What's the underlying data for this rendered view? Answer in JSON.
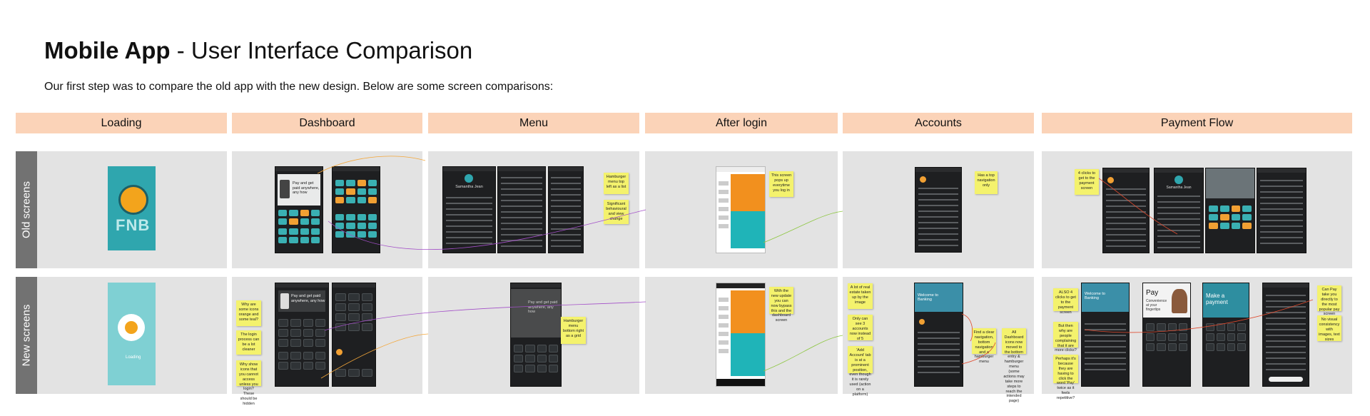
{
  "title": {
    "bold": "Mobile App",
    "rest": " - User Interface Comparison"
  },
  "intro": "Our first step was to compare the old app with the new design. Below are some screen comparisons:",
  "columns": [
    "Loading",
    "Dashboard",
    "Menu",
    "After login",
    "Accounts",
    "Payment Flow"
  ],
  "rows": [
    "Old screens",
    "New screens"
  ],
  "screens": {
    "old_loading_logo": "FNB",
    "new_loading_text": "Loading",
    "old_dashboard_banner": "Pay and get paid anywhere, any how",
    "new_dashboard_banner": "Pay and get paid anywhere, any how",
    "menu_user": "Samantha Jean",
    "new_accounts_banner": "Welcome to Banking",
    "payment_banner": "Make a payment",
    "payment_pay": "Pay",
    "payment_pay_sub": "Convenience at your fingertips"
  },
  "notes": {
    "menu_old_1": "Hamburger menu top left as a list",
    "menu_old_2": "Significant behavioural and view change",
    "after_old": "This screen pops up everytime you log in",
    "accounts_old": "Has a top navigation only",
    "payment_old": "4 clicks to get to the payment screen",
    "dash_new_1": "Why are some icons orange and some teal?",
    "dash_new_2": "The login process can be a lot cleaner",
    "dash_new_3": "Why show icons that you cannot access unless you login? These should be hidden",
    "menu_new": "Hamburger menu bottom right as a grid",
    "after_new": "With the new update you can now bypass this and the dashboard screen",
    "acc_new_1": "A lot of real estate taken up by the image",
    "acc_new_2": "Only can see 3 accounts now instead of 5",
    "acc_new_3": "'Add Account' tab is at a prominent position, even though it is rarely used (action on a platform)",
    "acc_new_4": "Find a clear navigation, bottom navigation and a hamburger menu",
    "acc_new_5": "All Dashboard icons now moved to the bottom entry & hamburger menu (some actions may take more steps to reach the intended page)",
    "pay_new_1": "ALSO 4 clicks to get to the payment screen",
    "pay_new_2": "But then why are people complaining that it are more clicks?",
    "pay_new_3": "Perhaps it's because they are having to click the word 'Pay' twice as it feels repetitive?",
    "pay_new_4": "Can Pay take you directly to the most popular pay screen rather?",
    "pay_new_5": "No visual consistency with images, text sizes"
  },
  "colors": {
    "header": "#fbd3b8",
    "row_label": "#727272",
    "panel": "#e3e3e3",
    "note": "#f4f26d",
    "teal": "#2fa6ae",
    "orange": "#f2901e"
  }
}
